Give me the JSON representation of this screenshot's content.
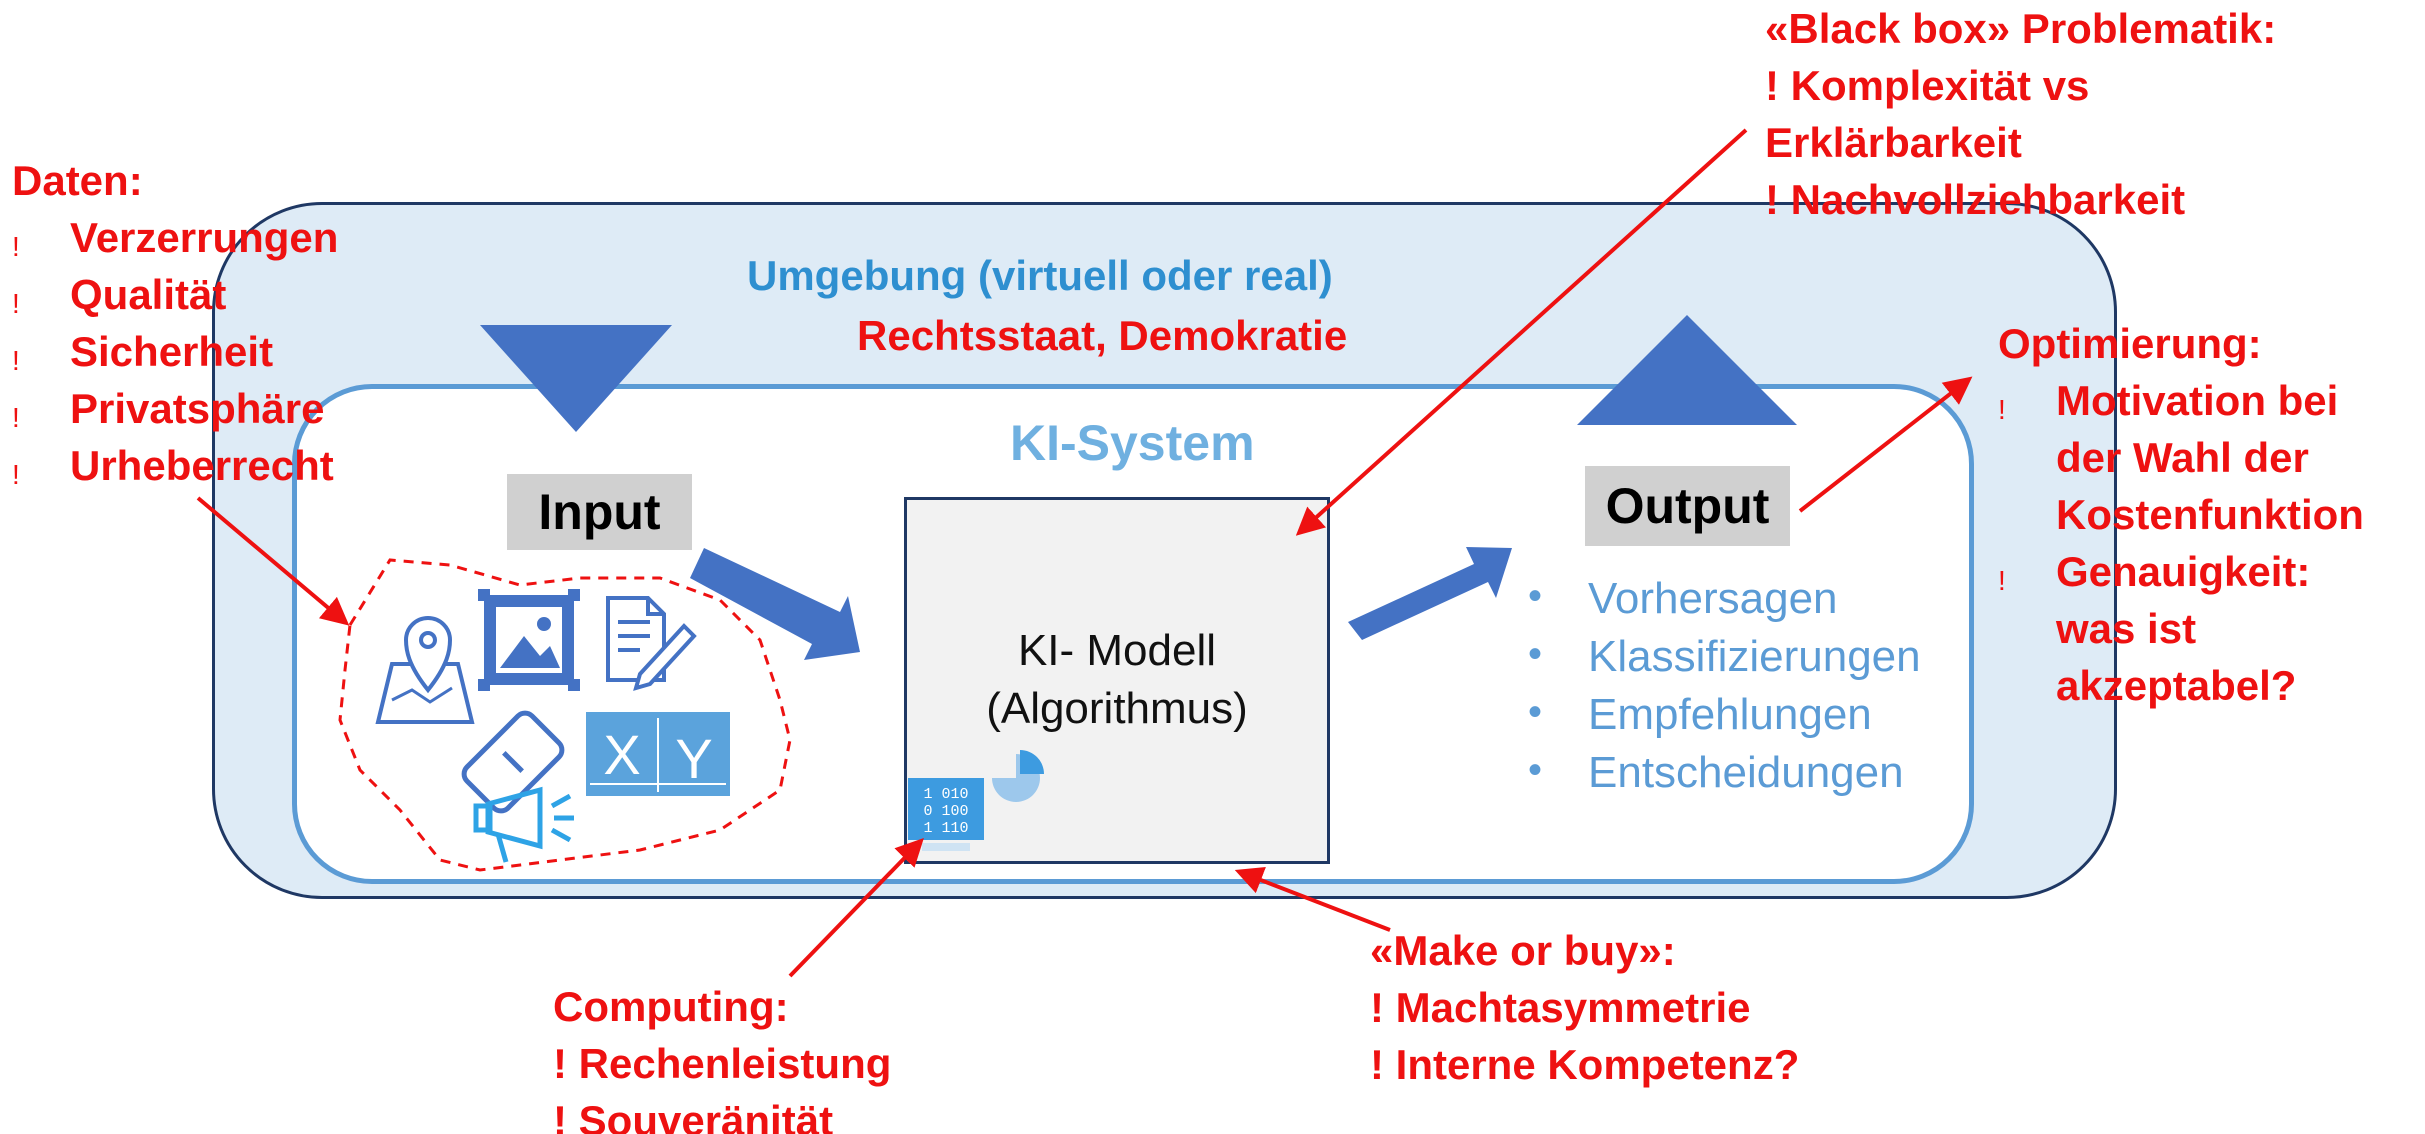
{
  "environment": {
    "label": "Umgebung (virtuell oder real)",
    "sublabel": "Rechtsstaat, Demokratie"
  },
  "system": {
    "label": "KI-System",
    "input_label": "Input",
    "output_label": "Output",
    "model_line1": "KI- Modell",
    "model_line2": "(Algorithmus)",
    "outputs": [
      {
        "bullet": "•",
        "text": "Vorhersagen"
      },
      {
        "bullet": "•",
        "text": "Klassifizierungen"
      },
      {
        "bullet": "•",
        "text": "Empfehlungen"
      },
      {
        "bullet": "•",
        "text": "Entscheidungen"
      }
    ]
  },
  "input_icons": [
    "map-pin-icon",
    "image-icon",
    "document-edit-icon",
    "usb-stick-icon",
    "xy-table-icon",
    "megaphone-icon"
  ],
  "model_icons": [
    "binary-data-icon",
    "pie-chart-icon"
  ],
  "annotations": {
    "daten": {
      "title": "Daten:",
      "bullet": "!",
      "items": [
        "Verzerrungen",
        "Qualität",
        "Sicherheit",
        "Privatsphäre",
        "Urheberrecht"
      ]
    },
    "blackbox": {
      "lines": [
        "«Black box» Problematik:",
        "! Komplexität vs",
        "Erklärbarkeit",
        "! Nachvollziehbarkeit"
      ]
    },
    "optimierung": {
      "title": "Optimierung:",
      "bullet": "!",
      "items": [
        [
          "Motivation bei",
          "der Wahl der",
          "Kostenfunktion"
        ],
        [
          "Genauigkeit:",
          "was ist",
          "akzeptabel?"
        ]
      ]
    },
    "computing": {
      "lines": [
        "Computing:",
        "! Rechenleistung",
        "! Souveränität"
      ]
    },
    "make_or_buy": {
      "lines": [
        "«Make or buy»:",
        "! Machtasymmetrie",
        "! Interne Kompetenz?"
      ]
    }
  },
  "colors": {
    "annotation_red": "#ee1111",
    "environment_fill": "#deebf6",
    "system_border": "#5b9bd5",
    "arrow_blue": "#4472c4",
    "icon_blue": "#4472c4",
    "output_text": "#5b9bd5"
  }
}
